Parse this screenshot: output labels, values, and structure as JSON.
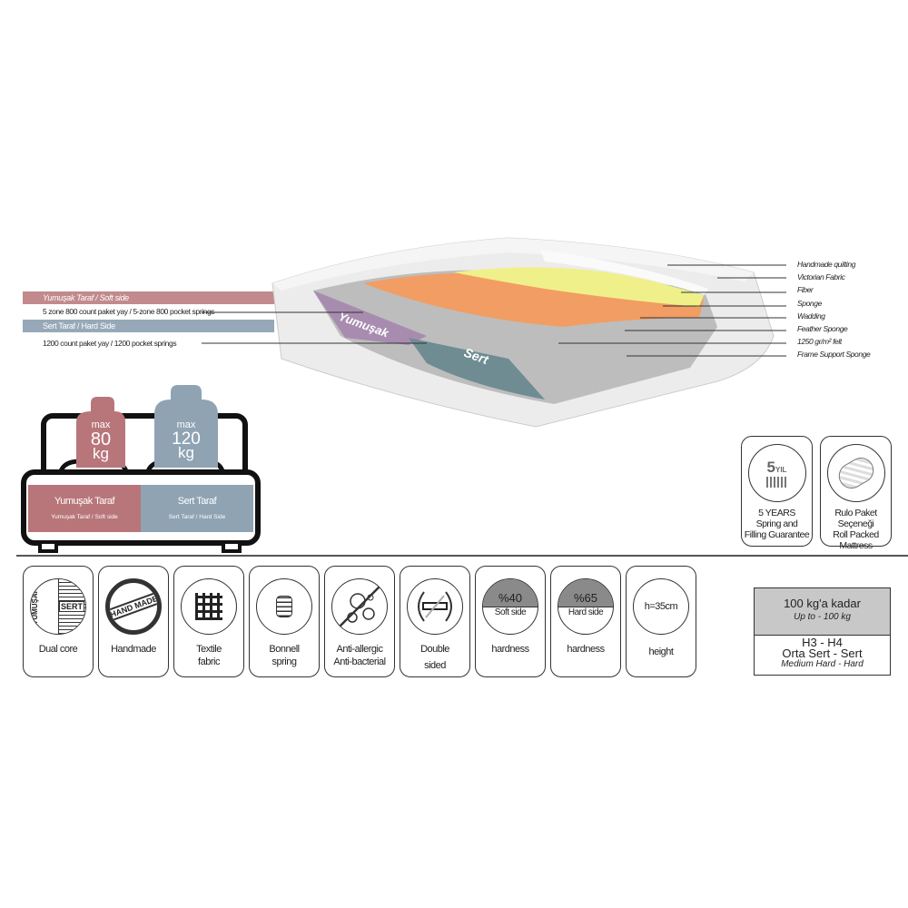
{
  "left_specs": {
    "soft_title": "Yumuşak Taraf / Soft side",
    "soft_desc": "5 zone 800 count paket yay / 5-zone 800 pocket springs",
    "hard_title": "Sert Taraf / Hard Side",
    "hard_desc": "1200 count paket yay / 1200 pocket springs"
  },
  "mattress": {
    "soft_label": "Yumuşak",
    "hard_label": "Sert"
  },
  "layers": [
    "Handmade quilting",
    "Victorian Fabric",
    "Fiber",
    "Sponge",
    "Wadding",
    "Feather Sponge",
    "1250 gr/m² felt",
    "Frame Support Sponge"
  ],
  "bed": {
    "soft_weight": {
      "max": "max",
      "value": "80",
      "unit": "kg"
    },
    "hard_weight": {
      "max": "max",
      "value": "120",
      "unit": "kg"
    },
    "soft_title": "Yumuşak Taraf",
    "soft_sub": "Yumuşak Taraf / Soft side",
    "hard_title": "Sert Taraf",
    "hard_sub": "Sert Taraf / Hard Side"
  },
  "guarantee": {
    "badge": "5",
    "badge_unit": "YIL",
    "l1": "5 YEARS",
    "l2": "Spring and",
    "l3": "Filling Guarantee"
  },
  "roll": {
    "l1": "Rulo Paket",
    "l2": "Seçeneği",
    "l3": "Roll Packed",
    "l4": "Mattress"
  },
  "features": {
    "dual": {
      "label": "Dual core",
      "soft": "YUMUŞAK",
      "hard": "SERT"
    },
    "handmade": {
      "label": "Handmade",
      "stamp": "HAND MADE"
    },
    "textile": {
      "l1": "Textile",
      "l2": "fabric"
    },
    "bonnell": {
      "l1": "Bonnell",
      "l2": "spring"
    },
    "anti": {
      "l1": "Anti-allergic",
      "l2": "Anti-bacterial"
    },
    "double": {
      "l1": "Double",
      "l2": "sided"
    },
    "soft_hard": {
      "pct": "%40",
      "side": "Soft side",
      "label": "hardness"
    },
    "hard_hard": {
      "pct": "%65",
      "side": "Hard side",
      "label": "hardness"
    },
    "height": {
      "value": "h=35cm",
      "label": "height"
    }
  },
  "load": {
    "tr": "100 kg'a  kadar",
    "en": "Up to - 100 kg",
    "h": "H3 - H4",
    "firm_tr": "Orta Sert - Sert",
    "firm_en": "Medium Hard - Hard"
  },
  "colors": {
    "soft": "#b8767a",
    "hard": "#8fa3b3",
    "grey": "#c8c8c8"
  }
}
